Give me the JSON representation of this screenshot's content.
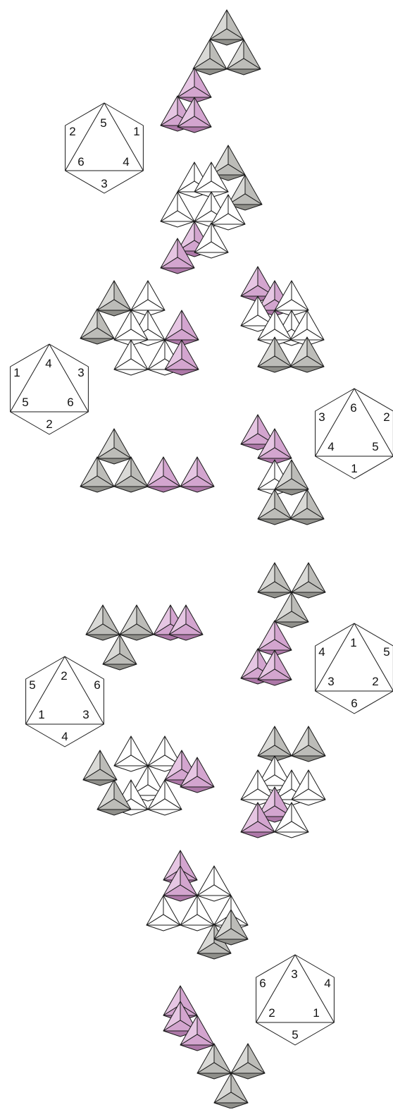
{
  "colors": {
    "gray_light": "#d9d9d6",
    "gray_mid": "#bcbcb8",
    "gray_dark": "#8f8f8a",
    "pink_light": "#e6c6e3",
    "pink_mid": "#d3a5cf",
    "pink_dark": "#ad78a8",
    "white": "#ffffff",
    "stroke": "#1a1a1a"
  },
  "diagram": {
    "key_hexagons": [
      {
        "name": "key-hexagon-1",
        "labels": [
          "5",
          "1",
          "4",
          "3",
          "6",
          "2"
        ]
      },
      {
        "name": "key-hexagon-2",
        "labels": [
          "4",
          "3",
          "6",
          "2",
          "5",
          "1"
        ]
      },
      {
        "name": "key-hexagon-3",
        "labels": [
          "6",
          "2",
          "5",
          "1",
          "4",
          "3"
        ]
      },
      {
        "name": "key-hexagon-4",
        "labels": [
          "1",
          "5",
          "2",
          "6",
          "3",
          "4"
        ]
      },
      {
        "name": "key-hexagon-5",
        "labels": [
          "2",
          "6",
          "3",
          "4",
          "1",
          "5"
        ]
      },
      {
        "name": "key-hexagon-6",
        "labels": [
          "3",
          "4",
          "1",
          "5",
          "2",
          "6"
        ]
      }
    ]
  }
}
